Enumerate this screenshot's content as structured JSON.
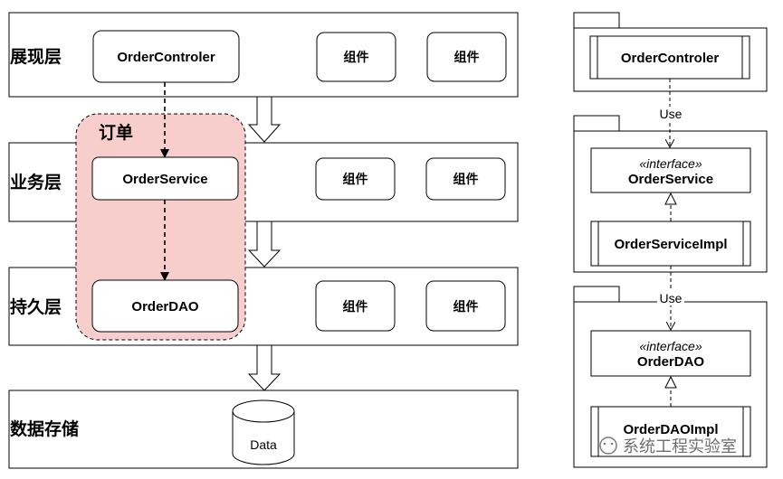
{
  "left_diagram": {
    "layers": [
      {
        "label": "展现层",
        "main_box": "OrderControler",
        "components": [
          "组件",
          "组件"
        ]
      },
      {
        "label": "业务层",
        "main_box": "OrderService",
        "components": [
          "组件",
          "组件"
        ]
      },
      {
        "label": "持久层",
        "main_box": "OrderDAO",
        "components": [
          "组件",
          "组件"
        ]
      },
      {
        "label": "数据存储",
        "main_box": "Data"
      }
    ],
    "group_label": "订单"
  },
  "right_diagram": {
    "packages": [
      {
        "classes": [
          {
            "name": "OrderControler"
          }
        ]
      },
      {
        "classes": [
          {
            "stereotype": "«interface»",
            "name": "OrderService"
          },
          {
            "name": "OrderServiceImpl"
          }
        ]
      },
      {
        "classes": [
          {
            "stereotype": "«interface»",
            "name": "OrderDAO"
          },
          {
            "name": "OrderDAOImpl"
          }
        ]
      }
    ],
    "dependency_labels": [
      "Use",
      "Use"
    ]
  },
  "watermark": "系统工程实验室",
  "colors": {
    "group_fill": "#f8cecc",
    "stroke": "#000000"
  }
}
